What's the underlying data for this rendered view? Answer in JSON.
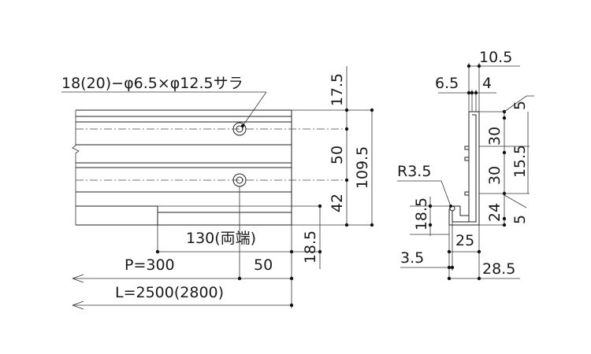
{
  "labels": {
    "hole_note": "18(20)−φ6.5×φ12.5サラ",
    "pitch": "P=300",
    "length": "L=2500(2800)",
    "both_ends": "130(両端)",
    "end_offset": "50",
    "left_17_5": "17.5",
    "left_50": "50",
    "left_42": "42",
    "left_109_5": "109.5",
    "left_18_5": "18.5",
    "top_10_5": "10.5",
    "top_6_5": "6.5",
    "top_4": "4",
    "right_5_top": "5",
    "right_30_top": "30",
    "right_30_bottom": "30",
    "right_15_5": "15.5",
    "right_24": "24",
    "right_5_bottom": "5",
    "radius": "R3.5",
    "sec_18_5": "18.5",
    "sec_25": "25",
    "sec_3_5": "3.5",
    "sec_28_5": "28.5"
  }
}
